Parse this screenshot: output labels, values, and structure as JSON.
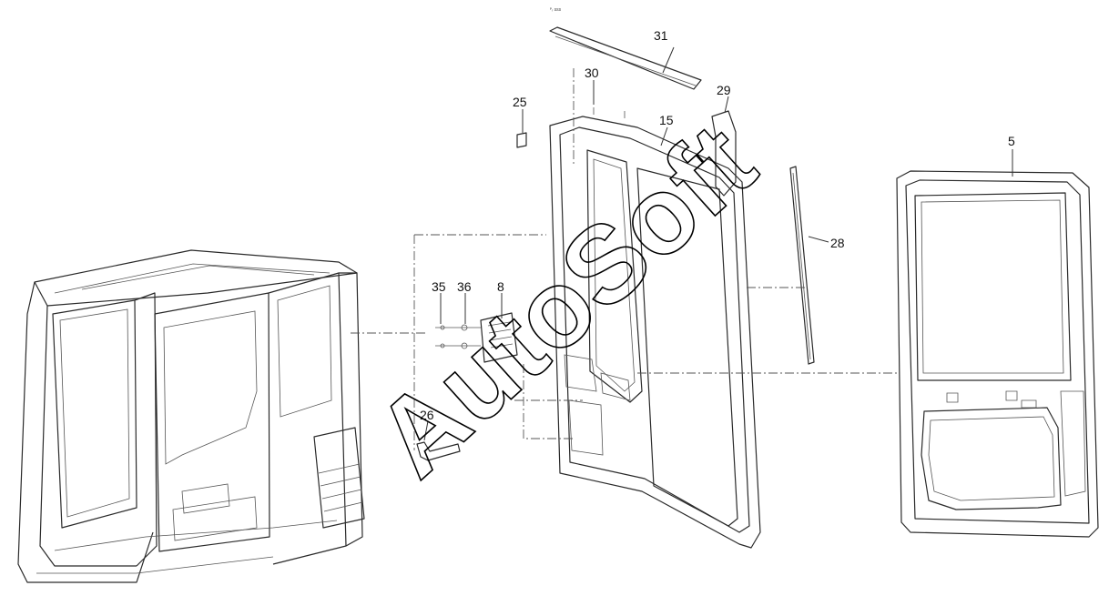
{
  "corner_mark": "ᴾᵣ sss",
  "callouts": [
    {
      "id": "c31",
      "text": "31"
    },
    {
      "id": "c30",
      "text": "30"
    },
    {
      "id": "c29",
      "text": "29"
    },
    {
      "id": "c25",
      "text": "25"
    },
    {
      "id": "c15",
      "text": "15"
    },
    {
      "id": "c5",
      "text": "5"
    },
    {
      "id": "c28",
      "text": "28"
    },
    {
      "id": "c35",
      "text": "35"
    },
    {
      "id": "c36",
      "text": "36"
    },
    {
      "id": "c8",
      "text": "8"
    },
    {
      "id": "c26",
      "text": "26"
    }
  ],
  "watermark": {
    "text": "AutoSoft"
  },
  "colors": {
    "line": "#2a2a2a",
    "background": "#ffffff"
  }
}
